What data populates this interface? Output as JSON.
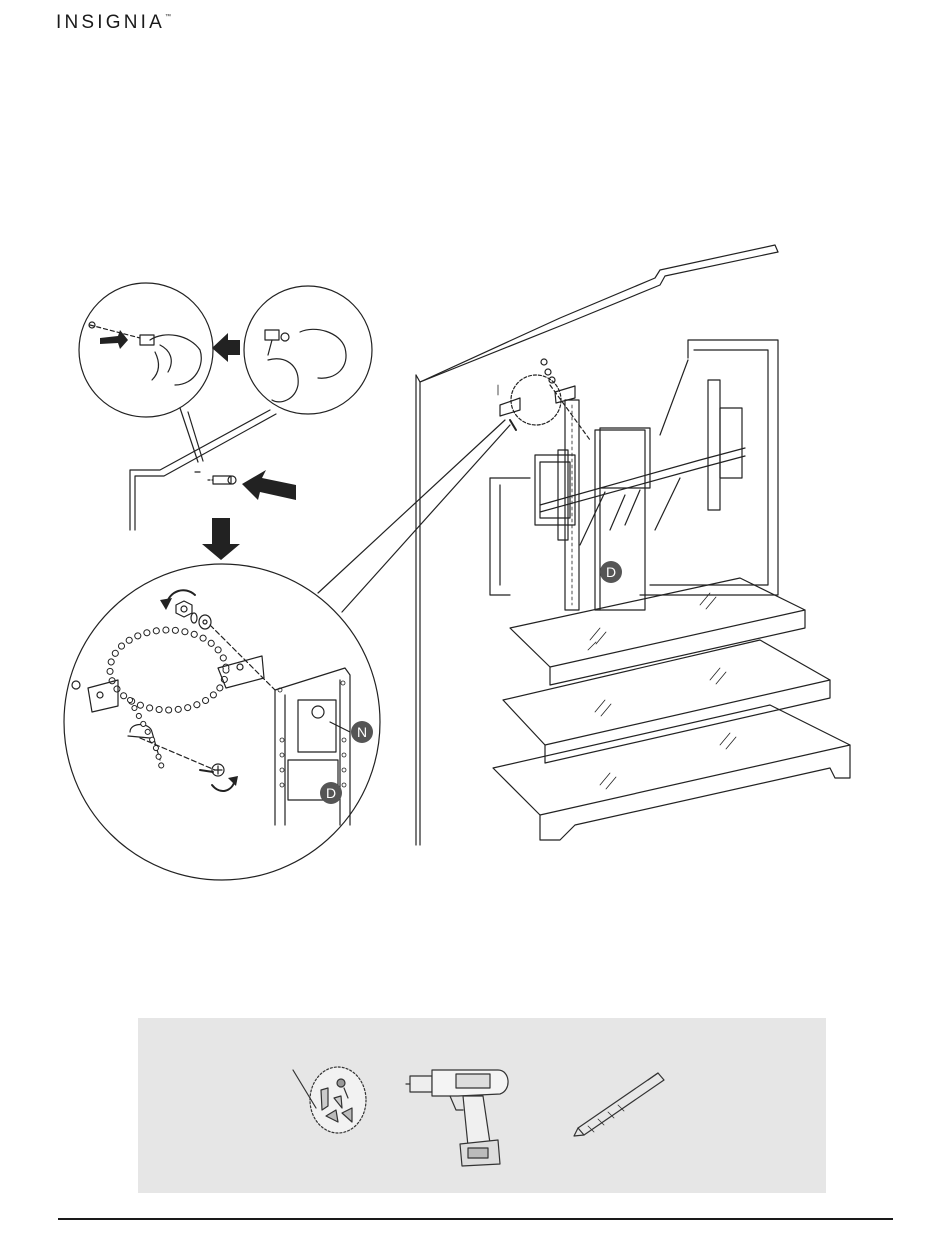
{
  "header": {
    "brand": "INSIGNIA",
    "trademark": "™"
  },
  "callouts": {
    "part_d": "D",
    "part_n": "N"
  },
  "icons": [
    "wall-anchor-hardware-icon",
    "power-drill-icon",
    "drill-bit-icon"
  ],
  "colors": {
    "line": "#222222",
    "panel": "#e6e6e6",
    "badge": "#555555"
  }
}
